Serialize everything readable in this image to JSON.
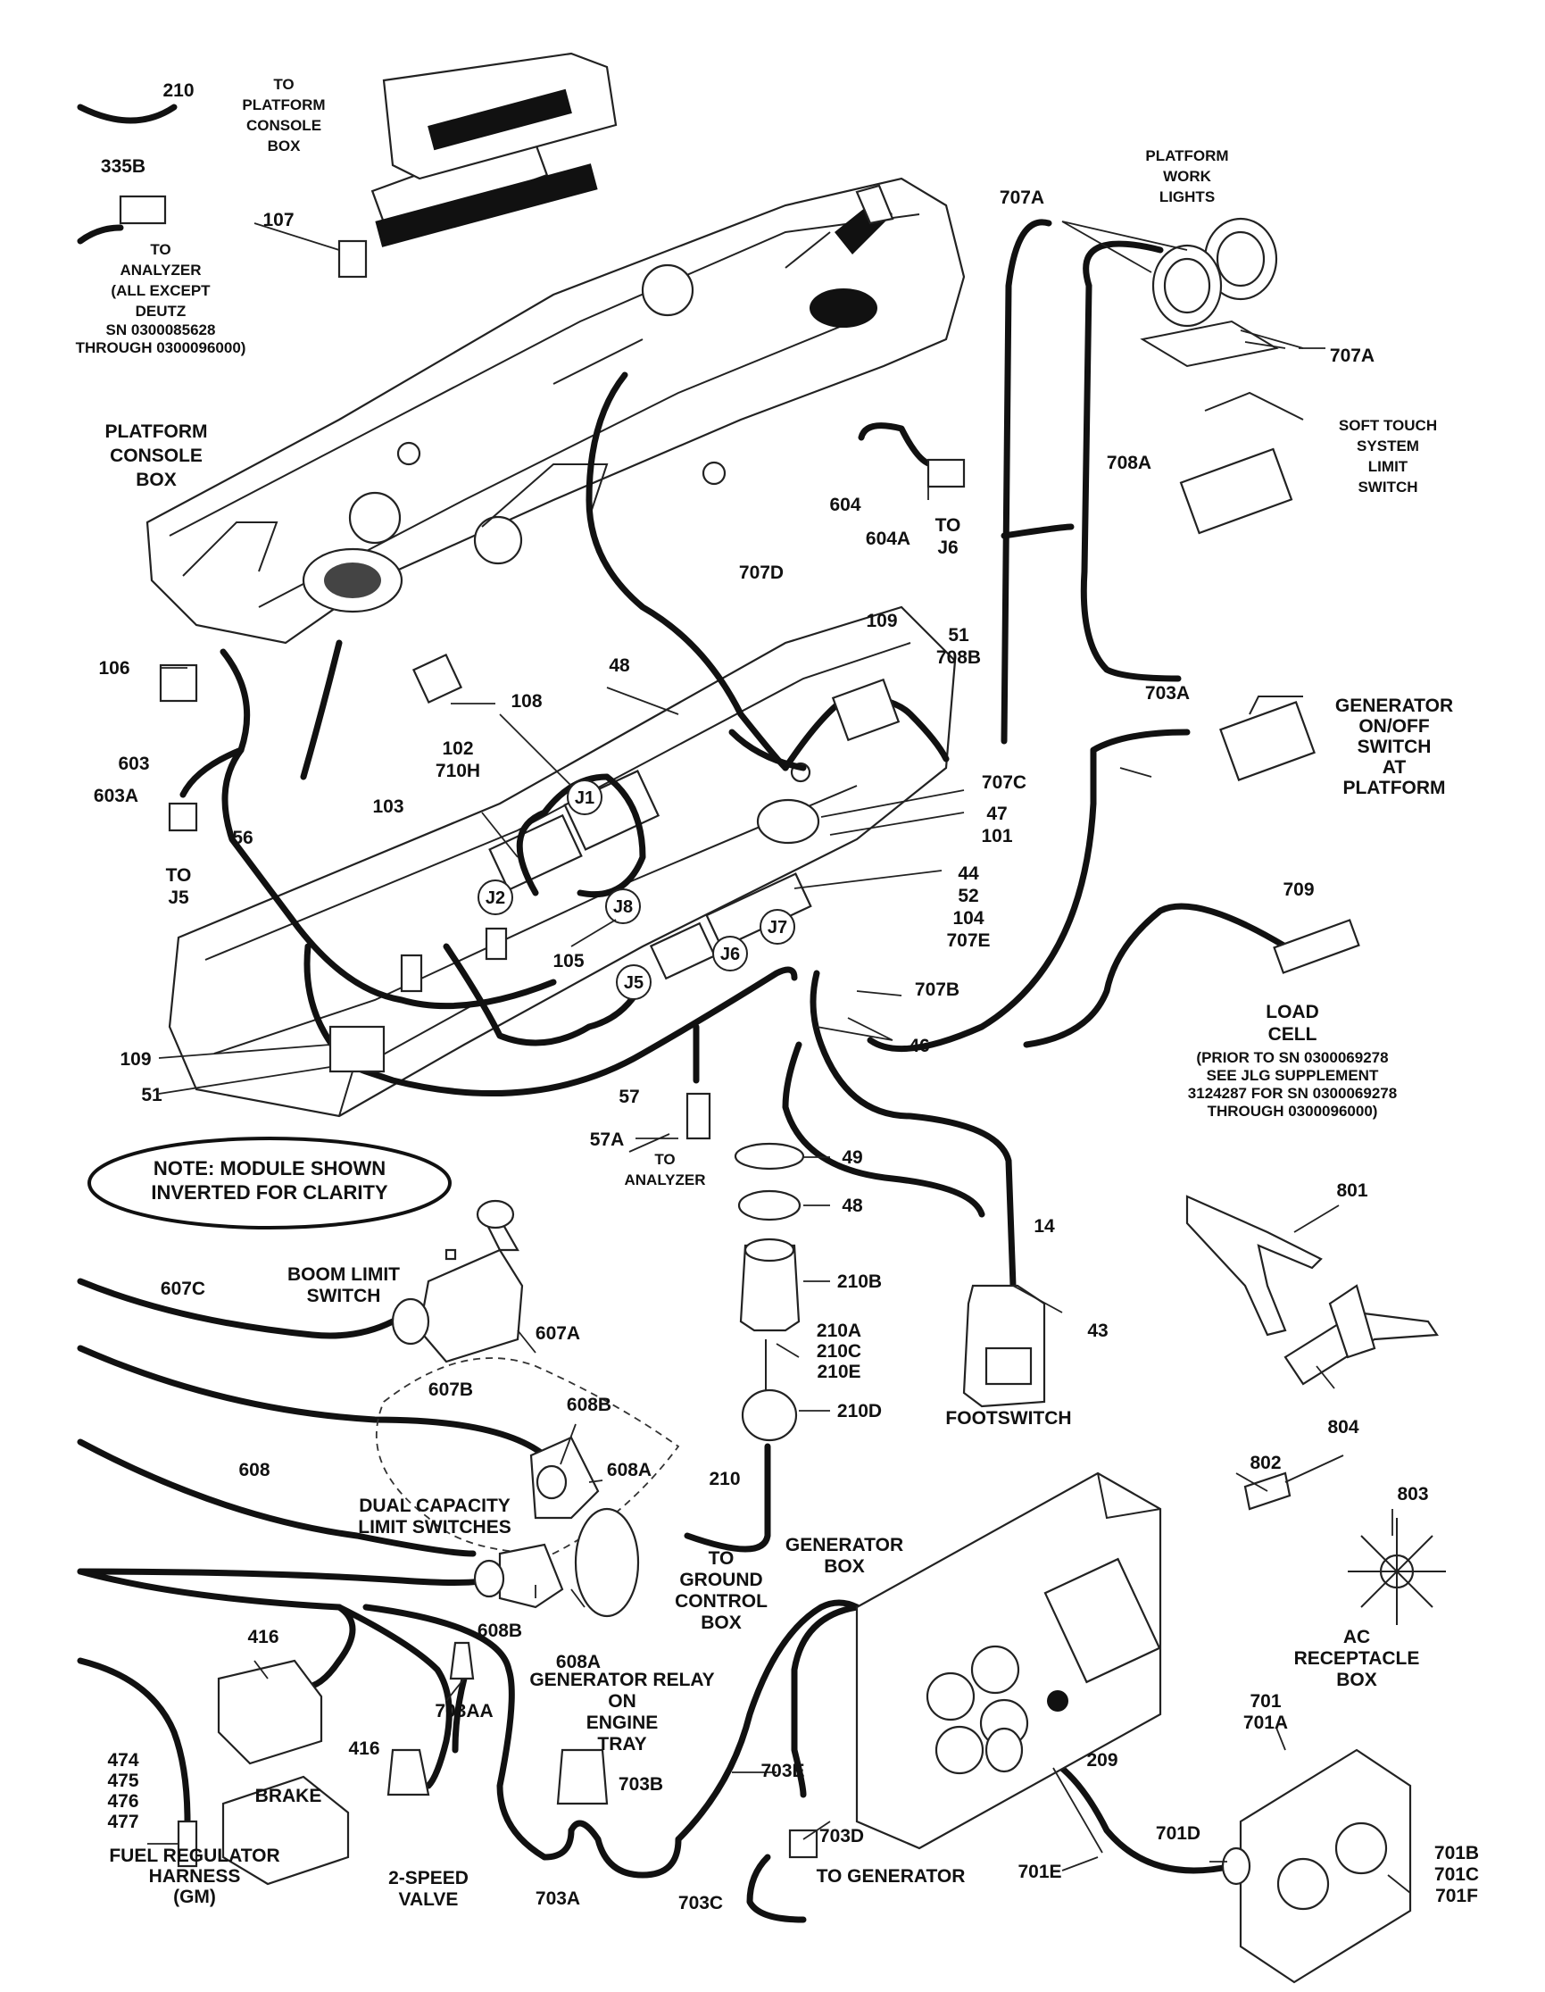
{
  "labels": {
    "l210_top": "210",
    "to_platform_console_box": [
      "TO",
      "PLATFORM",
      "CONSOLE",
      "BOX"
    ],
    "l335b": "335B",
    "to_analyzer_note": [
      "TO",
      "ANALYZER",
      "(ALL EXCEPT",
      "DEUTZ",
      "SN 0300085628",
      "THROUGH 0300096000)"
    ],
    "l107": "107",
    "platform_work_lights": [
      "PLATFORM",
      "WORK",
      "LIGHTS"
    ],
    "l707a_top": "707A",
    "l707a_right": "707A",
    "soft_touch": [
      "SOFT TOUCH",
      "SYSTEM",
      "LIMIT",
      "SWITCH"
    ],
    "l708a": "708A",
    "platform_console_box": [
      "PLATFORM",
      "CONSOLE",
      "BOX"
    ],
    "l604": "604",
    "l604a": "604A",
    "to_j6": [
      "TO",
      "J6"
    ],
    "l707d": "707D",
    "l109_top": "109",
    "l51_708b": [
      "51",
      "708B"
    ],
    "l48_mid": "48",
    "l703a_right": "703A",
    "generator_switch": [
      "GENERATOR",
      "ON/OFF",
      "SWITCH",
      "AT",
      "PLATFORM"
    ],
    "l106": "106",
    "l108": "108",
    "l102_710h": [
      "102",
      "710H"
    ],
    "l603": "603",
    "l603a": "603A",
    "l56": "56",
    "to_j5": [
      "TO",
      "J5"
    ],
    "l103": "103",
    "l707c": "707C",
    "l47_101": [
      "47",
      "101"
    ],
    "l44_group": [
      "44",
      "52",
      "104",
      "707E"
    ],
    "l709": "709",
    "l105": "105",
    "l707b": "707B",
    "l46": "46",
    "load_cell": [
      "LOAD",
      "CELL",
      "(PRIOR TO SN 0300069278",
      "SEE JLG SUPPLEMENT",
      "3124287 FOR SN 0300069278",
      "THROUGH 0300096000)"
    ],
    "l109_bottom": "109",
    "l51_bottom": "51",
    "l57": "57",
    "l57a": "57A",
    "to_analyzer": [
      "TO",
      "ANALYZER"
    ],
    "l49": "49",
    "l48_low": "48",
    "note_bold": "NOTE:",
    "note_rest": " MODULE SHOWN",
    "note_line2": "INVERTED FOR CLARITY",
    "l801": "801",
    "l14": "14",
    "l210b": "210B",
    "l43": "43",
    "l607c": "607C",
    "boom_limit_switch": [
      "BOOM LIMIT",
      "SWITCH"
    ],
    "l607a": "607A",
    "l607b": "607B",
    "l210a_group": [
      "210A",
      "210C",
      "210E"
    ],
    "footswitch": "FOOTSWITCH",
    "l804": "804",
    "l608b_top": "608B",
    "l210d": "210D",
    "l608": "608",
    "l608a_top": "608A",
    "l210_low": "210",
    "dual_capacity": [
      "DUAL CAPACITY",
      "LIMIT SWITCHES"
    ],
    "l802": "802",
    "l803": "803",
    "to_ground_control_box": [
      "TO",
      "GROUND",
      "CONTROL",
      "BOX"
    ],
    "generator_box": [
      "GENERATOR",
      "BOX"
    ],
    "l608b_low": "608B",
    "l608a_low": "608A",
    "ac_receptacle_box": [
      "AC",
      "RECEPTACLE",
      "BOX"
    ],
    "l416_top": "416",
    "l703aa": "703AA",
    "generator_relay": [
      "GENERATOR  RELAY",
      "ON",
      "ENGINE",
      "TRAY"
    ],
    "l701_701a": [
      "701",
      "701A"
    ],
    "l209": "209",
    "l474_group": [
      "474",
      "475",
      "476",
      "477"
    ],
    "brake": "BRAKE",
    "l416_low": "416",
    "l703e": "703E",
    "l703b": "703B",
    "l701d": "701D",
    "l703d": "703D",
    "l701b_group": [
      "701B",
      "701C",
      "701F"
    ],
    "fuel_regulator": [
      "FUEL REGULATOR",
      "HARNESS",
      "(GM)"
    ],
    "two_speed_valve": [
      "2-SPEED",
      "VALVE"
    ],
    "l703a_low": "703A",
    "l703c": "703C",
    "to_generator": "TO GENERATOR",
    "l701e": "701E"
  },
  "jacks": [
    "J1",
    "J2",
    "J5",
    "J6",
    "J7",
    "J8"
  ]
}
